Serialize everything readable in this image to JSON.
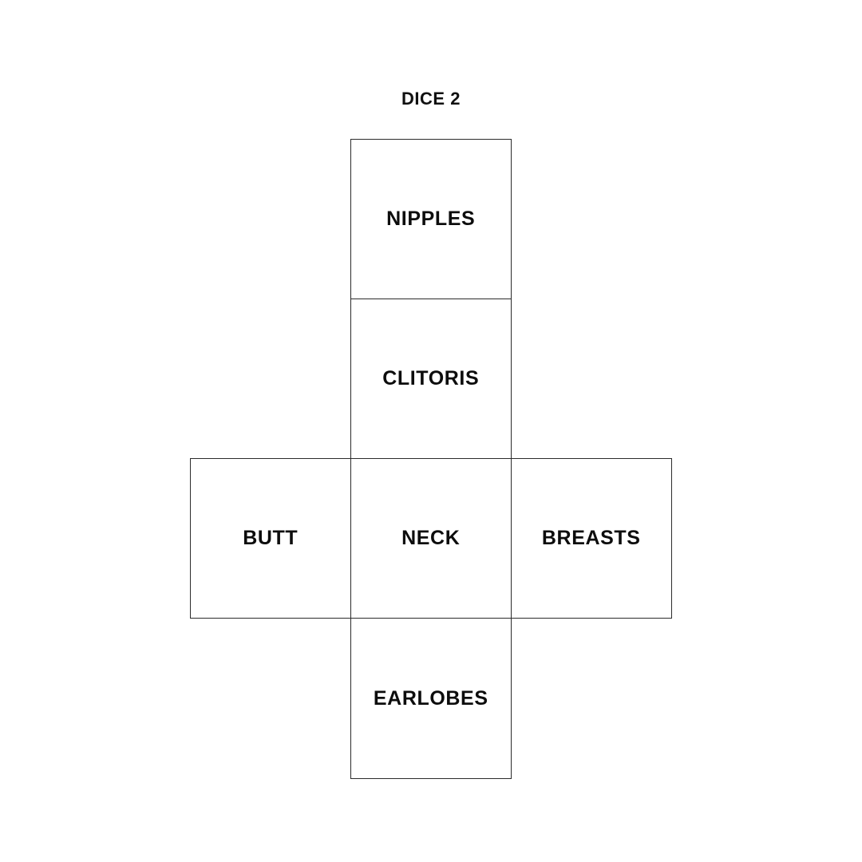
{
  "diagram": {
    "title": "DICE 2",
    "type": "cube-net",
    "grid": {
      "columns": 3,
      "rows": 4
    },
    "background_color": "#ffffff",
    "line_color": "#2b2b2b",
    "text_color": "#0d0d0d",
    "faces": [
      {
        "id": "face-top",
        "label": "NIPPLES",
        "column": 1,
        "row": 0
      },
      {
        "id": "face-upper-middle",
        "label": "CLITORIS",
        "column": 1,
        "row": 1
      },
      {
        "id": "face-left",
        "label": "BUTT",
        "column": 0,
        "row": 2
      },
      {
        "id": "face-center",
        "label": "NECK",
        "column": 1,
        "row": 2
      },
      {
        "id": "face-right",
        "label": "BREASTS",
        "column": 2,
        "row": 2
      },
      {
        "id": "face-bottom",
        "label": "EARLOBES",
        "column": 1,
        "row": 3
      }
    ]
  }
}
